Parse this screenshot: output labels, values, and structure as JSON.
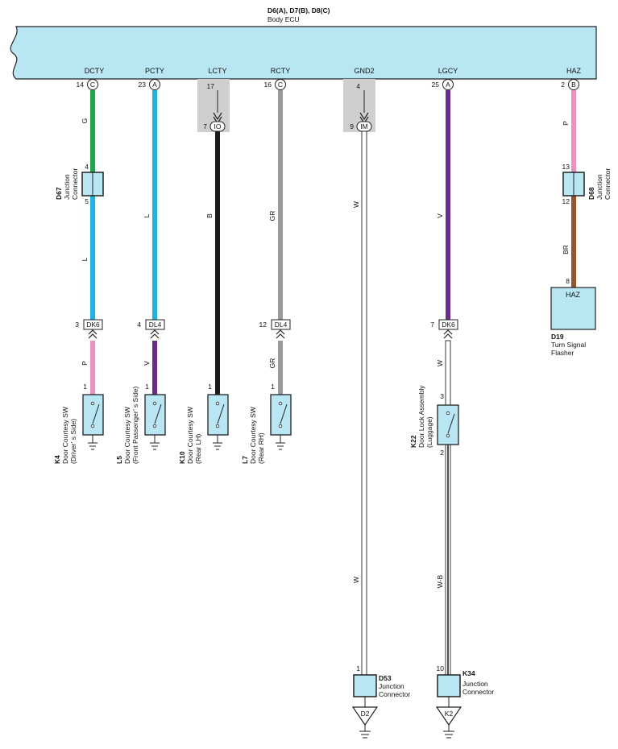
{
  "ecu": {
    "codes": "D6(A), D7(B), D8(C)",
    "name": "Body ECU"
  },
  "colors": {
    "ecu_fill": "#b9e6f3",
    "connector_fill": "#b9e6f3",
    "shade": "#cfcfcf",
    "G": "#1aa84b",
    "L": "#1ab3ea",
    "B": "#1c1c1c",
    "GR": "#9a9a9a",
    "W": "#ffffff",
    "V": "#6a2a8e",
    "P": "#ef8fbf",
    "BR": "#9b5228"
  },
  "pins": [
    {
      "name": "DCTY",
      "num": "14",
      "conn": "C"
    },
    {
      "name": "PCTY",
      "num": "23",
      "conn": "A"
    },
    {
      "name": "LCTY",
      "num": "17",
      "conn": ""
    },
    {
      "name": "RCTY",
      "num": "16",
      "conn": "C"
    },
    {
      "name": "GND2",
      "num": "4",
      "conn": ""
    },
    {
      "name": "LGCY",
      "num": "25",
      "conn": "A"
    },
    {
      "name": "HAZ",
      "num": "2",
      "conn": "B"
    }
  ],
  "inline": [
    {
      "num": "7",
      "label": "IO"
    },
    {
      "num": "9",
      "label": "IM"
    }
  ],
  "wires": {
    "dcty_upper": "G",
    "dcty_lower": "L",
    "dcty_switch": "P",
    "pcty_upper": "L",
    "pcty_switch": "V",
    "lcty_upper": "B",
    "lcty_switch": "B",
    "rcty_upper": "GR",
    "rcty_switch": "GR",
    "gnd2_upper": "W",
    "gnd2_lower": "W",
    "lgcy_upper": "V",
    "lgcy_switch": "W",
    "lgcy_lower": "W-B",
    "haz_upper": "P",
    "haz_lower": "BR"
  },
  "connectors": {
    "d67": {
      "code": "D67",
      "name1": "Junction",
      "name2": "Connector",
      "pin_top": "4",
      "pin_bottom": "5"
    },
    "d68": {
      "code": "D68",
      "name1": "Junction",
      "name2": "Connector",
      "pin_top": "13",
      "pin_bottom": "12"
    },
    "d53": {
      "code": "D53",
      "name1": "Junction",
      "name2": "Connector",
      "pin": "1"
    },
    "k34": {
      "code": "K34",
      "name1": "Junction",
      "name2": "Connector",
      "pin": "10"
    },
    "d19": {
      "code": "D19",
      "label": "HAZ",
      "pin": "8",
      "name1": "Turn Signal",
      "name2": "Flasher"
    }
  },
  "interconnects": [
    {
      "pin": "3",
      "label": "DK6"
    },
    {
      "pin": "4",
      "label": "DL4"
    },
    {
      "pin": "12",
      "label": "DL4"
    },
    {
      "pin": "7",
      "label": "DK6"
    }
  ],
  "switches": [
    {
      "code": "K4",
      "line1": "Door Courtesy SW",
      "line2": "(Driver’ s Side)",
      "pin": "1"
    },
    {
      "code": "L5",
      "line1": "Door Courtesy SW",
      "line2": "(Front Passenger’ s Side)",
      "pin": "1"
    },
    {
      "code": "K10",
      "line1": "Door Courtesy SW",
      "line2": "(Rear LH)",
      "pin": "1"
    },
    {
      "code": "L7",
      "line1": "Door Courtesy SW",
      "line2": "(Rear RH)",
      "pin": "1"
    }
  ],
  "k22": {
    "code": "K22",
    "line1": "Door Lock Assembly",
    "line2": "(Luggage)",
    "pin_top": "3",
    "pin_bottom": "2"
  },
  "grounds": [
    {
      "label": "D2"
    },
    {
      "label": "K2"
    }
  ]
}
